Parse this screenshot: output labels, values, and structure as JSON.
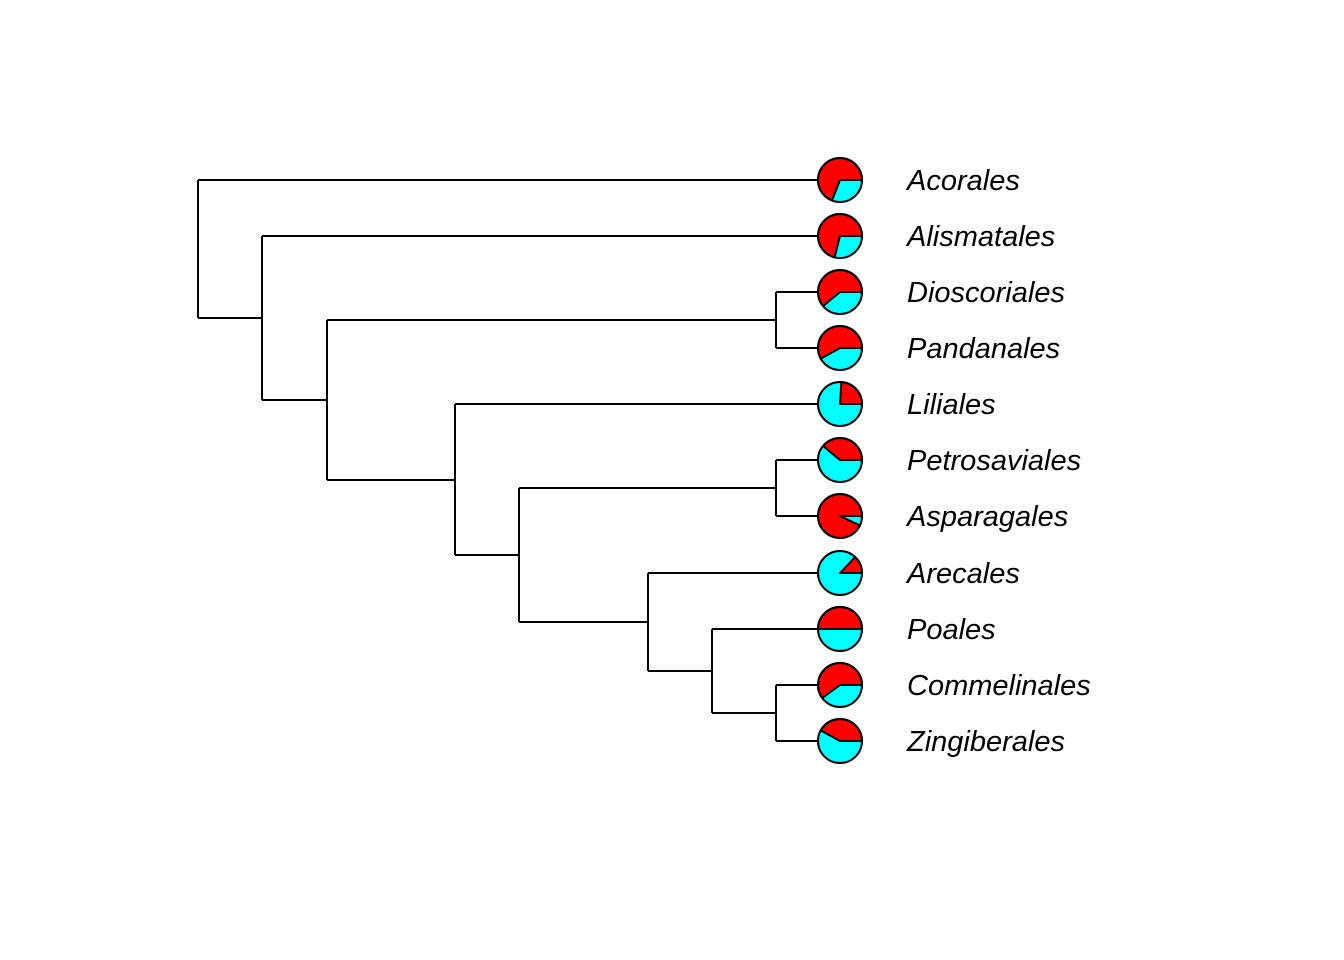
{
  "tree": {
    "topology": "(Acorales,(Alismatales,((Dioscoriales,Pandanales),(Liliales,((Petrosaviales,Asparagales),(Arecales,(Poales,(Commelinales,Zingiberales))))))));",
    "tips": [
      {
        "name": "Acorales",
        "state_fractions": [
          0.69,
          0.31
        ]
      },
      {
        "name": "Alismatales",
        "state_fractions": [
          0.71,
          0.29
        ]
      },
      {
        "name": "Dioscoriales",
        "state_fractions": [
          0.61,
          0.39
        ]
      },
      {
        "name": "Pandanales",
        "state_fractions": [
          0.58,
          0.42
        ]
      },
      {
        "name": "Liliales",
        "state_fractions": [
          0.24,
          0.76
        ]
      },
      {
        "name": "Petrosaviales",
        "state_fractions": [
          0.39,
          0.61
        ]
      },
      {
        "name": "Asparagales",
        "state_fractions": [
          0.93,
          0.07
        ]
      },
      {
        "name": "Arecales",
        "state_fractions": [
          0.13,
          0.87
        ]
      },
      {
        "name": "Poales",
        "state_fractions": [
          0.5,
          0.5
        ]
      },
      {
        "name": "Commelinales",
        "state_fractions": [
          0.6,
          0.4
        ]
      },
      {
        "name": "Zingiberales",
        "state_fractions": [
          0.42,
          0.58
        ]
      }
    ],
    "state_colors": [
      "#ff0000",
      "#00ffff"
    ]
  }
}
